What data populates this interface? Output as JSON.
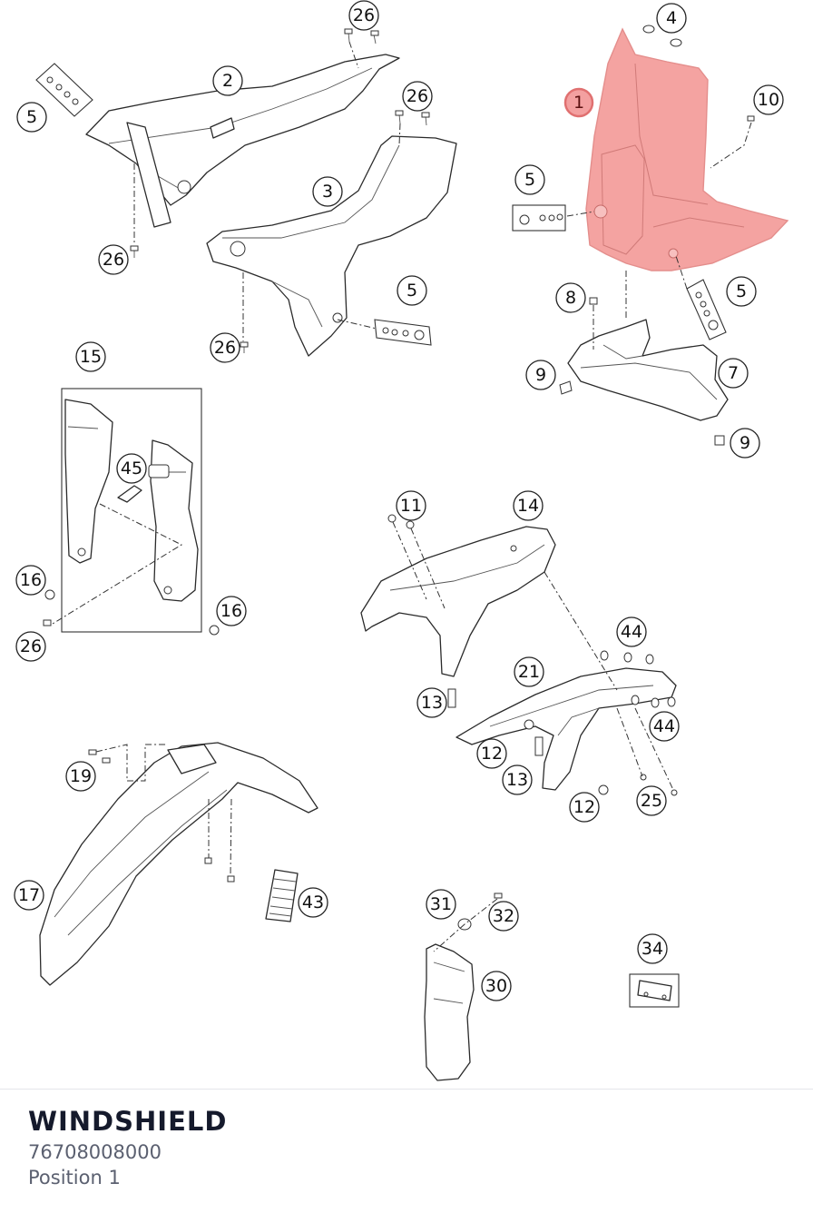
{
  "selected_part": {
    "name": "WINDSHIELD",
    "number": "76708008000",
    "position_label": "Position 1"
  },
  "highlight_color": "#f4a3a1",
  "callouts": [
    {
      "id": "c1",
      "label": "1",
      "highlighted": true
    },
    {
      "id": "c2",
      "label": "2"
    },
    {
      "id": "c3",
      "label": "3"
    },
    {
      "id": "c4",
      "label": "4"
    },
    {
      "id": "c5a",
      "label": "5"
    },
    {
      "id": "c5b",
      "label": "5"
    },
    {
      "id": "c5c",
      "label": "5"
    },
    {
      "id": "c5d",
      "label": "5"
    },
    {
      "id": "c7",
      "label": "7"
    },
    {
      "id": "c8",
      "label": "8"
    },
    {
      "id": "c9a",
      "label": "9"
    },
    {
      "id": "c9b",
      "label": "9"
    },
    {
      "id": "c10",
      "label": "10"
    },
    {
      "id": "c11",
      "label": "11"
    },
    {
      "id": "c12a",
      "label": "12"
    },
    {
      "id": "c12b",
      "label": "12"
    },
    {
      "id": "c13a",
      "label": "13"
    },
    {
      "id": "c13b",
      "label": "13"
    },
    {
      "id": "c14",
      "label": "14"
    },
    {
      "id": "c15",
      "label": "15"
    },
    {
      "id": "c16a",
      "label": "16"
    },
    {
      "id": "c16b",
      "label": "16"
    },
    {
      "id": "c17",
      "label": "17"
    },
    {
      "id": "c19",
      "label": "19"
    },
    {
      "id": "c21",
      "label": "21"
    },
    {
      "id": "c25",
      "label": "25"
    },
    {
      "id": "c26a",
      "label": "26"
    },
    {
      "id": "c26b",
      "label": "26"
    },
    {
      "id": "c26c",
      "label": "26"
    },
    {
      "id": "c26d",
      "label": "26"
    },
    {
      "id": "c26e",
      "label": "26"
    },
    {
      "id": "c30",
      "label": "30"
    },
    {
      "id": "c31",
      "label": "31"
    },
    {
      "id": "c32",
      "label": "32"
    },
    {
      "id": "c34",
      "label": "34"
    },
    {
      "id": "c43",
      "label": "43"
    },
    {
      "id": "c44a",
      "label": "44"
    },
    {
      "id": "c44b",
      "label": "44"
    },
    {
      "id": "c45",
      "label": "45"
    }
  ]
}
